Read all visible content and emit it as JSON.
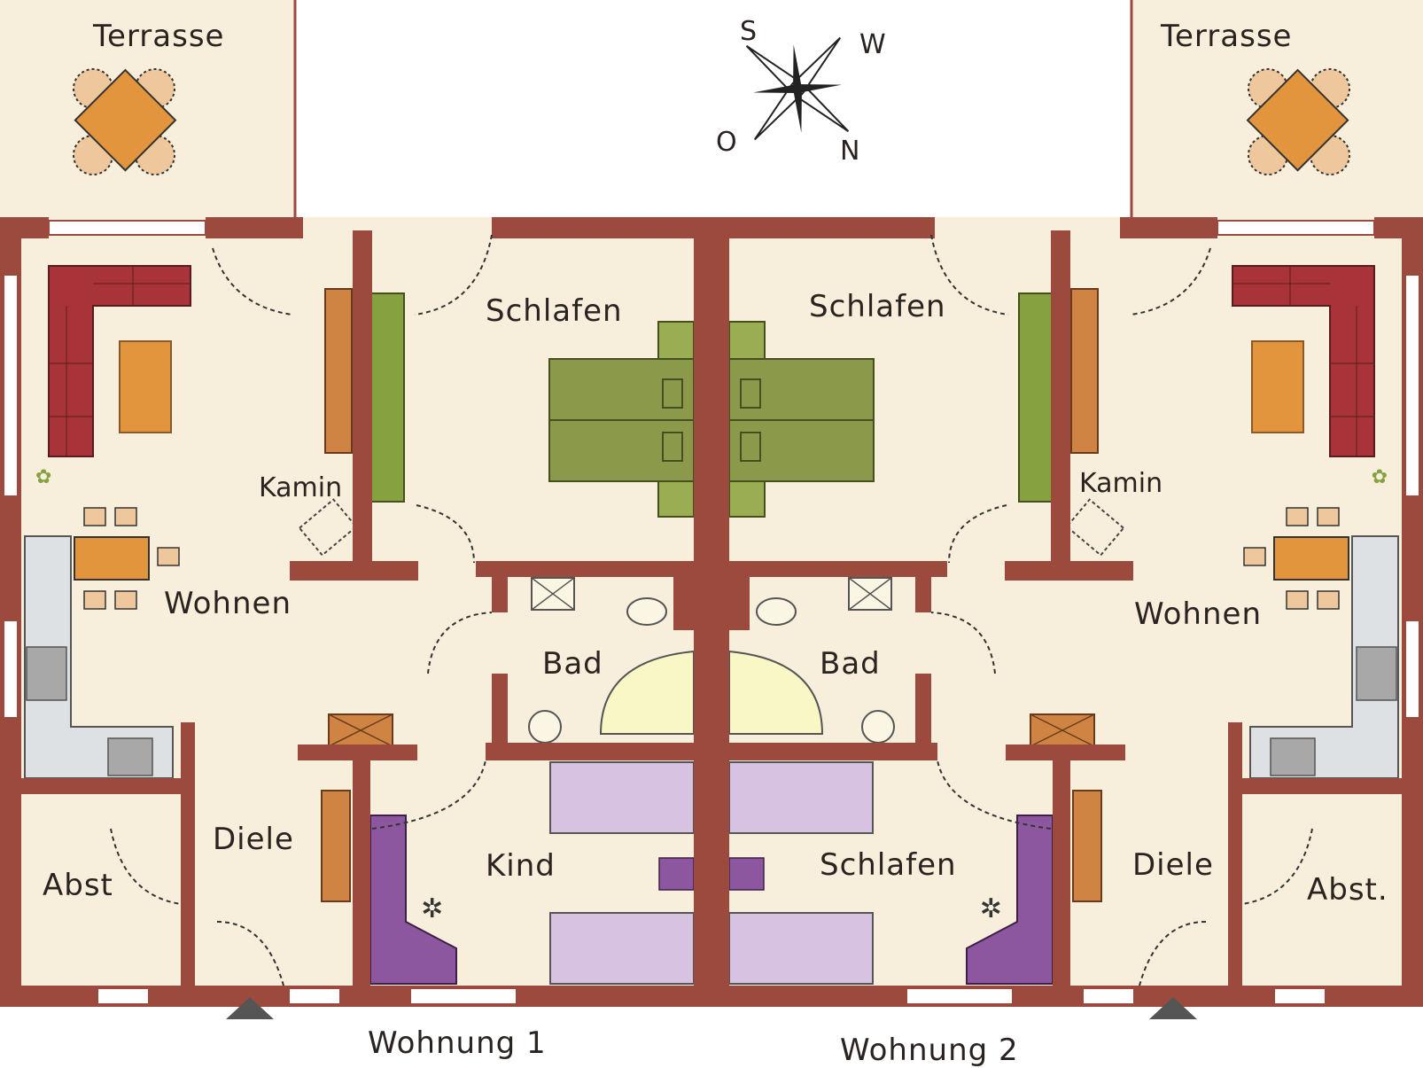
{
  "plan": {
    "colors": {
      "floor": "#f7efdc",
      "wall": "#9c4a3e",
      "window": "#ffffff",
      "sofa": "#a8343a",
      "table": "#e2953c",
      "chair": "#efc79c",
      "bed": "#8a9a4a",
      "bed_light": "#9aad52",
      "kids_bed": "#d7c2e2",
      "wardrobe": "#8d57a0",
      "closet": "#cf8444",
      "plant_green": "#86a13f",
      "tub": "#f9f7c6",
      "stove": "#a8a8a8",
      "kitchen": "#dde1e3"
    },
    "compass": {
      "letters": [
        "S",
        "W",
        "O",
        "N"
      ]
    },
    "rooms": {
      "terrasse_left": "Terrasse",
      "terrasse_right": "Terrasse",
      "schlafen_top_left": "Schlafen",
      "schlafen_top_right": "Schlafen",
      "kamin_left": "Kamin",
      "kamin_right": "Kamin",
      "wohnen_left": "Wohnen",
      "wohnen_right": "Wohnen",
      "bad_left": "Bad",
      "bad_right": "Bad",
      "diele_left": "Diele",
      "diele_right": "Diele",
      "kind": "Kind",
      "schlafen_bottom": "Schlafen",
      "abst_left": "Abst",
      "abst_right": "Abst."
    },
    "units": {
      "unit1": "Wohnung 1",
      "unit2": "Wohnung 2"
    }
  }
}
